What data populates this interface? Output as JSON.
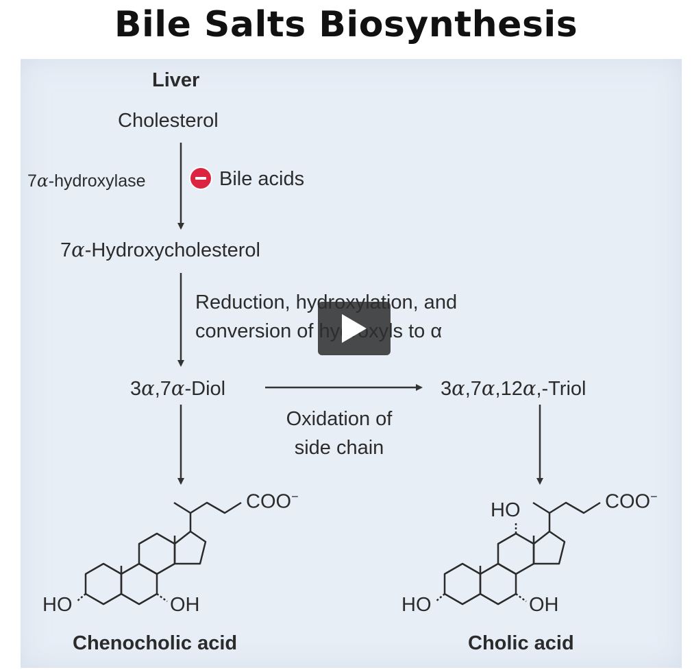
{
  "title": "Bile Salts Biosynthesis",
  "organ": "Liver",
  "steps": {
    "cholesterol": "Cholesterol",
    "enzyme": "-hydroxylase",
    "enzyme_prefix": "7",
    "inhibitor": "Bile acids",
    "hydroxycholesterol": "-Hydroxycholesterol",
    "hydroxycholesterol_prefix": "7",
    "reduction_line1": "Reduction, hydroxylation, and",
    "reduction_line2": "conversion of hydroxyls to α",
    "diol_3": "3",
    "diol_sep": ",7",
    "diol_end": "-Diol",
    "triol_3": "3",
    "triol_7": ",7",
    "triol_12": ",12",
    "triol_end": ",-Triol",
    "oxidation_line1": "Oxidation of",
    "oxidation_line2": "side chain"
  },
  "greek_alpha": "α",
  "products": {
    "left": {
      "name": "Chenocholic acid",
      "carboxylate": "COO",
      "charge": "−",
      "ho": "HO",
      "oh": "OH"
    },
    "right": {
      "name": "Cholic acid",
      "carboxylate": "COO",
      "charge": "−",
      "ho_top": "HO",
      "ho": "HO",
      "oh": "OH"
    }
  },
  "video": {
    "icon": "play-icon"
  },
  "colors": {
    "panel": "#e8eef6",
    "inhibitor": "#dc2440",
    "arrow": "#333333"
  }
}
